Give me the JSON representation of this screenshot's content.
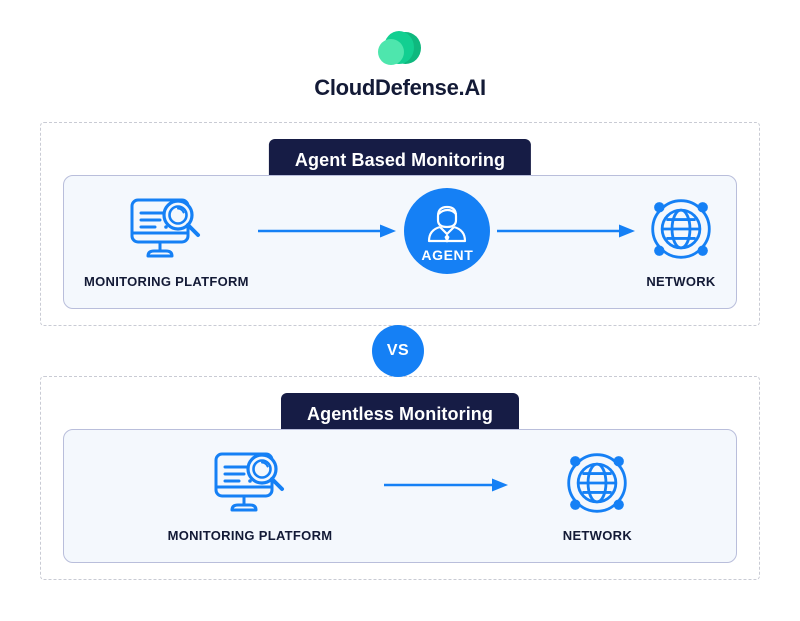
{
  "brand": {
    "name": "CloudDefense.AI",
    "logo_icon": "cloud-blobs-logo",
    "logo_colors": [
      "#4ee6ad",
      "#12cf91",
      "#0fb87e"
    ],
    "text_color": "#131a36"
  },
  "theme": {
    "accent_blue": "#1580f5",
    "icon_blue": "#1580f5",
    "banner_bg": "#161c45",
    "panel_bg": "#f4f8fd",
    "panel_border": "#b9bedb",
    "dashed_border": "#c9cbd4",
    "label_text": "#131a36",
    "page_bg": "#ffffff"
  },
  "comparison": {
    "divider_label": "VS",
    "sections": [
      {
        "id": "agent-based",
        "title": "Agent Based Monitoring",
        "nodes": [
          {
            "id": "monitoring-platform",
            "label": "MONITORING PLATFORM",
            "icon": "monitor-magnifier-icon"
          },
          {
            "id": "agent",
            "label": "AGENT",
            "icon": "agent-person-icon"
          },
          {
            "id": "network",
            "label": "NETWORK",
            "icon": "network-globe-icon"
          }
        ],
        "arrows": [
          {
            "from": "monitoring-platform",
            "to": "agent"
          },
          {
            "from": "agent",
            "to": "network"
          }
        ]
      },
      {
        "id": "agentless",
        "title": "Agentless Monitoring",
        "nodes": [
          {
            "id": "monitoring-platform",
            "label": "MONITORING PLATFORM",
            "icon": "monitor-magnifier-icon"
          },
          {
            "id": "network",
            "label": "NETWORK",
            "icon": "network-globe-icon"
          }
        ],
        "arrows": [
          {
            "from": "monitoring-platform",
            "to": "network"
          }
        ]
      }
    ]
  }
}
